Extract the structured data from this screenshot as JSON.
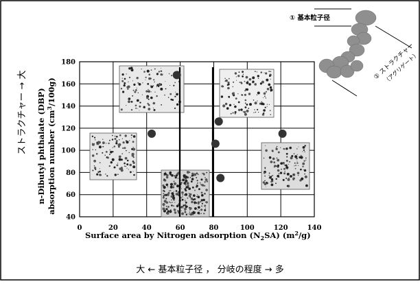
{
  "chart_data": {
    "type": "scatter",
    "xlabel": "Surface area by Nitrogen adsorption (N",
    "xlabel_sub": "2",
    "xlabel_tail": "SA) (m",
    "xlabel_sup": "2",
    "xlabel_end": "/g)",
    "ylabel_line1": "n-Dibutyl phthalate (DBP)",
    "ylabel_line2": "absorption number (cm",
    "ylabel_line2_sup": "3",
    "ylabel_line2_end": "/100g)",
    "y_side_label": "ストラクチャー → 大",
    "bottom_caption": "大 ← 基本粒子径 ， 分岐の程度 → 多",
    "x_ticks": [
      "0",
      "20",
      "40",
      "60",
      "80",
      "100",
      "120",
      "140"
    ],
    "y_ticks": [
      "40",
      "60",
      "80",
      "100",
      "120",
      "140",
      "160",
      "180"
    ],
    "x_tick_values": [
      0,
      20,
      40,
      60,
      80,
      100,
      120,
      140
    ],
    "y_tick_values": [
      40,
      60,
      80,
      100,
      120,
      140,
      160,
      180
    ],
    "xlim": [
      0,
      140
    ],
    "ylim": [
      40,
      180
    ],
    "grid": true,
    "points": [
      {
        "x": 43,
        "y": 115
      },
      {
        "x": 58,
        "y": 168
      },
      {
        "x": 81,
        "y": 106
      },
      {
        "x": 83,
        "y": 126
      },
      {
        "x": 84,
        "y": 75
      },
      {
        "x": 121,
        "y": 115
      }
    ],
    "marker_color": "#333333"
  },
  "diagram": {
    "label_primary": "① 基本粒子径",
    "label_structure": "② ストラクチャー",
    "label_aggregate": "（アグリゲート）"
  }
}
